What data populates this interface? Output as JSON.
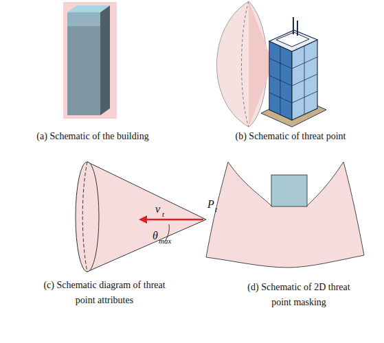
{
  "diagram": {
    "labels": [
      "(a) Schematic of the building",
      "(b) Schematic of threat point",
      "(c) Schematic diagram of threat point attributes",
      "(d) Schematic of 2D threat point masking",
      "v",
      "t",
      "P",
      "t",
      "θ",
      "max"
    ]
  }
}
